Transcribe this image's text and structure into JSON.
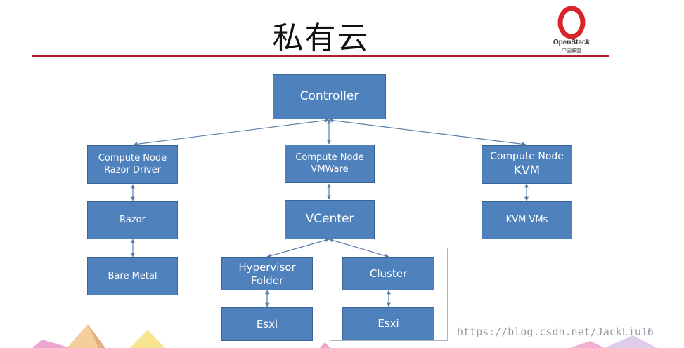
{
  "slide": {
    "title": "私有云",
    "accent_color": "#b21f24",
    "node_color": "#4f81bd",
    "logo": {
      "name": "OpenStack",
      "subtitle": "中国联盟"
    },
    "watermark": "https://blog.csdn.net/JackLiu16"
  },
  "diagram": {
    "controller": {
      "line1": "Controller"
    },
    "compute_razor": {
      "line1": "Compute Node",
      "line2": "Razor Driver"
    },
    "compute_vmware": {
      "line1": "Compute Node",
      "line2": "VMWare"
    },
    "compute_kvm": {
      "line1": "Compute Node",
      "line2": "KVM"
    },
    "razor": {
      "line1": "Razor"
    },
    "bare_metal": {
      "line1": "Bare Metal"
    },
    "vcenter": {
      "line1": "VCenter"
    },
    "kvm_vms": {
      "line1": "KVM VMs"
    },
    "hypervisor_folder": {
      "line1": "Hypervisor",
      "line2": "Folder"
    },
    "cluster": {
      "line1": "Cluster"
    },
    "esxi_left": {
      "line1": "Esxi"
    },
    "esxi_right": {
      "line1": "Esxi"
    }
  }
}
